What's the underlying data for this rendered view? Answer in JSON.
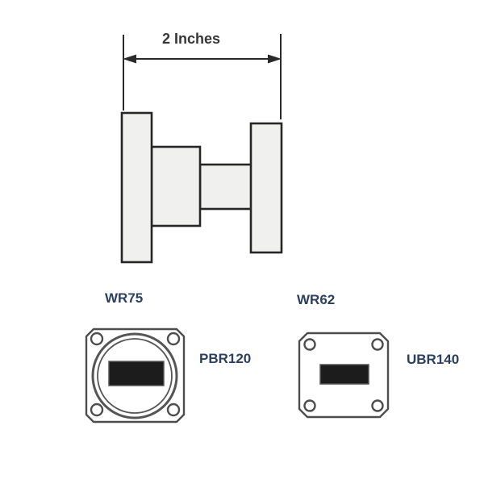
{
  "diagram": {
    "description": "Waveguide adapter mechanical drawing with side view and two flange face views",
    "dimension": {
      "label": "2 Inches"
    },
    "ports": [
      {
        "waveguide": "WR75",
        "flange": "PBR120"
      },
      {
        "waveguide": "WR62",
        "flange": "UBR140"
      }
    ]
  },
  "colors": {
    "background": "#ffffff",
    "drawing_outline": "#262626",
    "side_view_fill": "#f0f0ee",
    "flange_face_outline": "#4d4d4d",
    "flange_face_fill": "#ffffff",
    "aperture_fill": "#1c1c1c",
    "label_text": "#2b4060",
    "dimension_text": "#363636"
  }
}
